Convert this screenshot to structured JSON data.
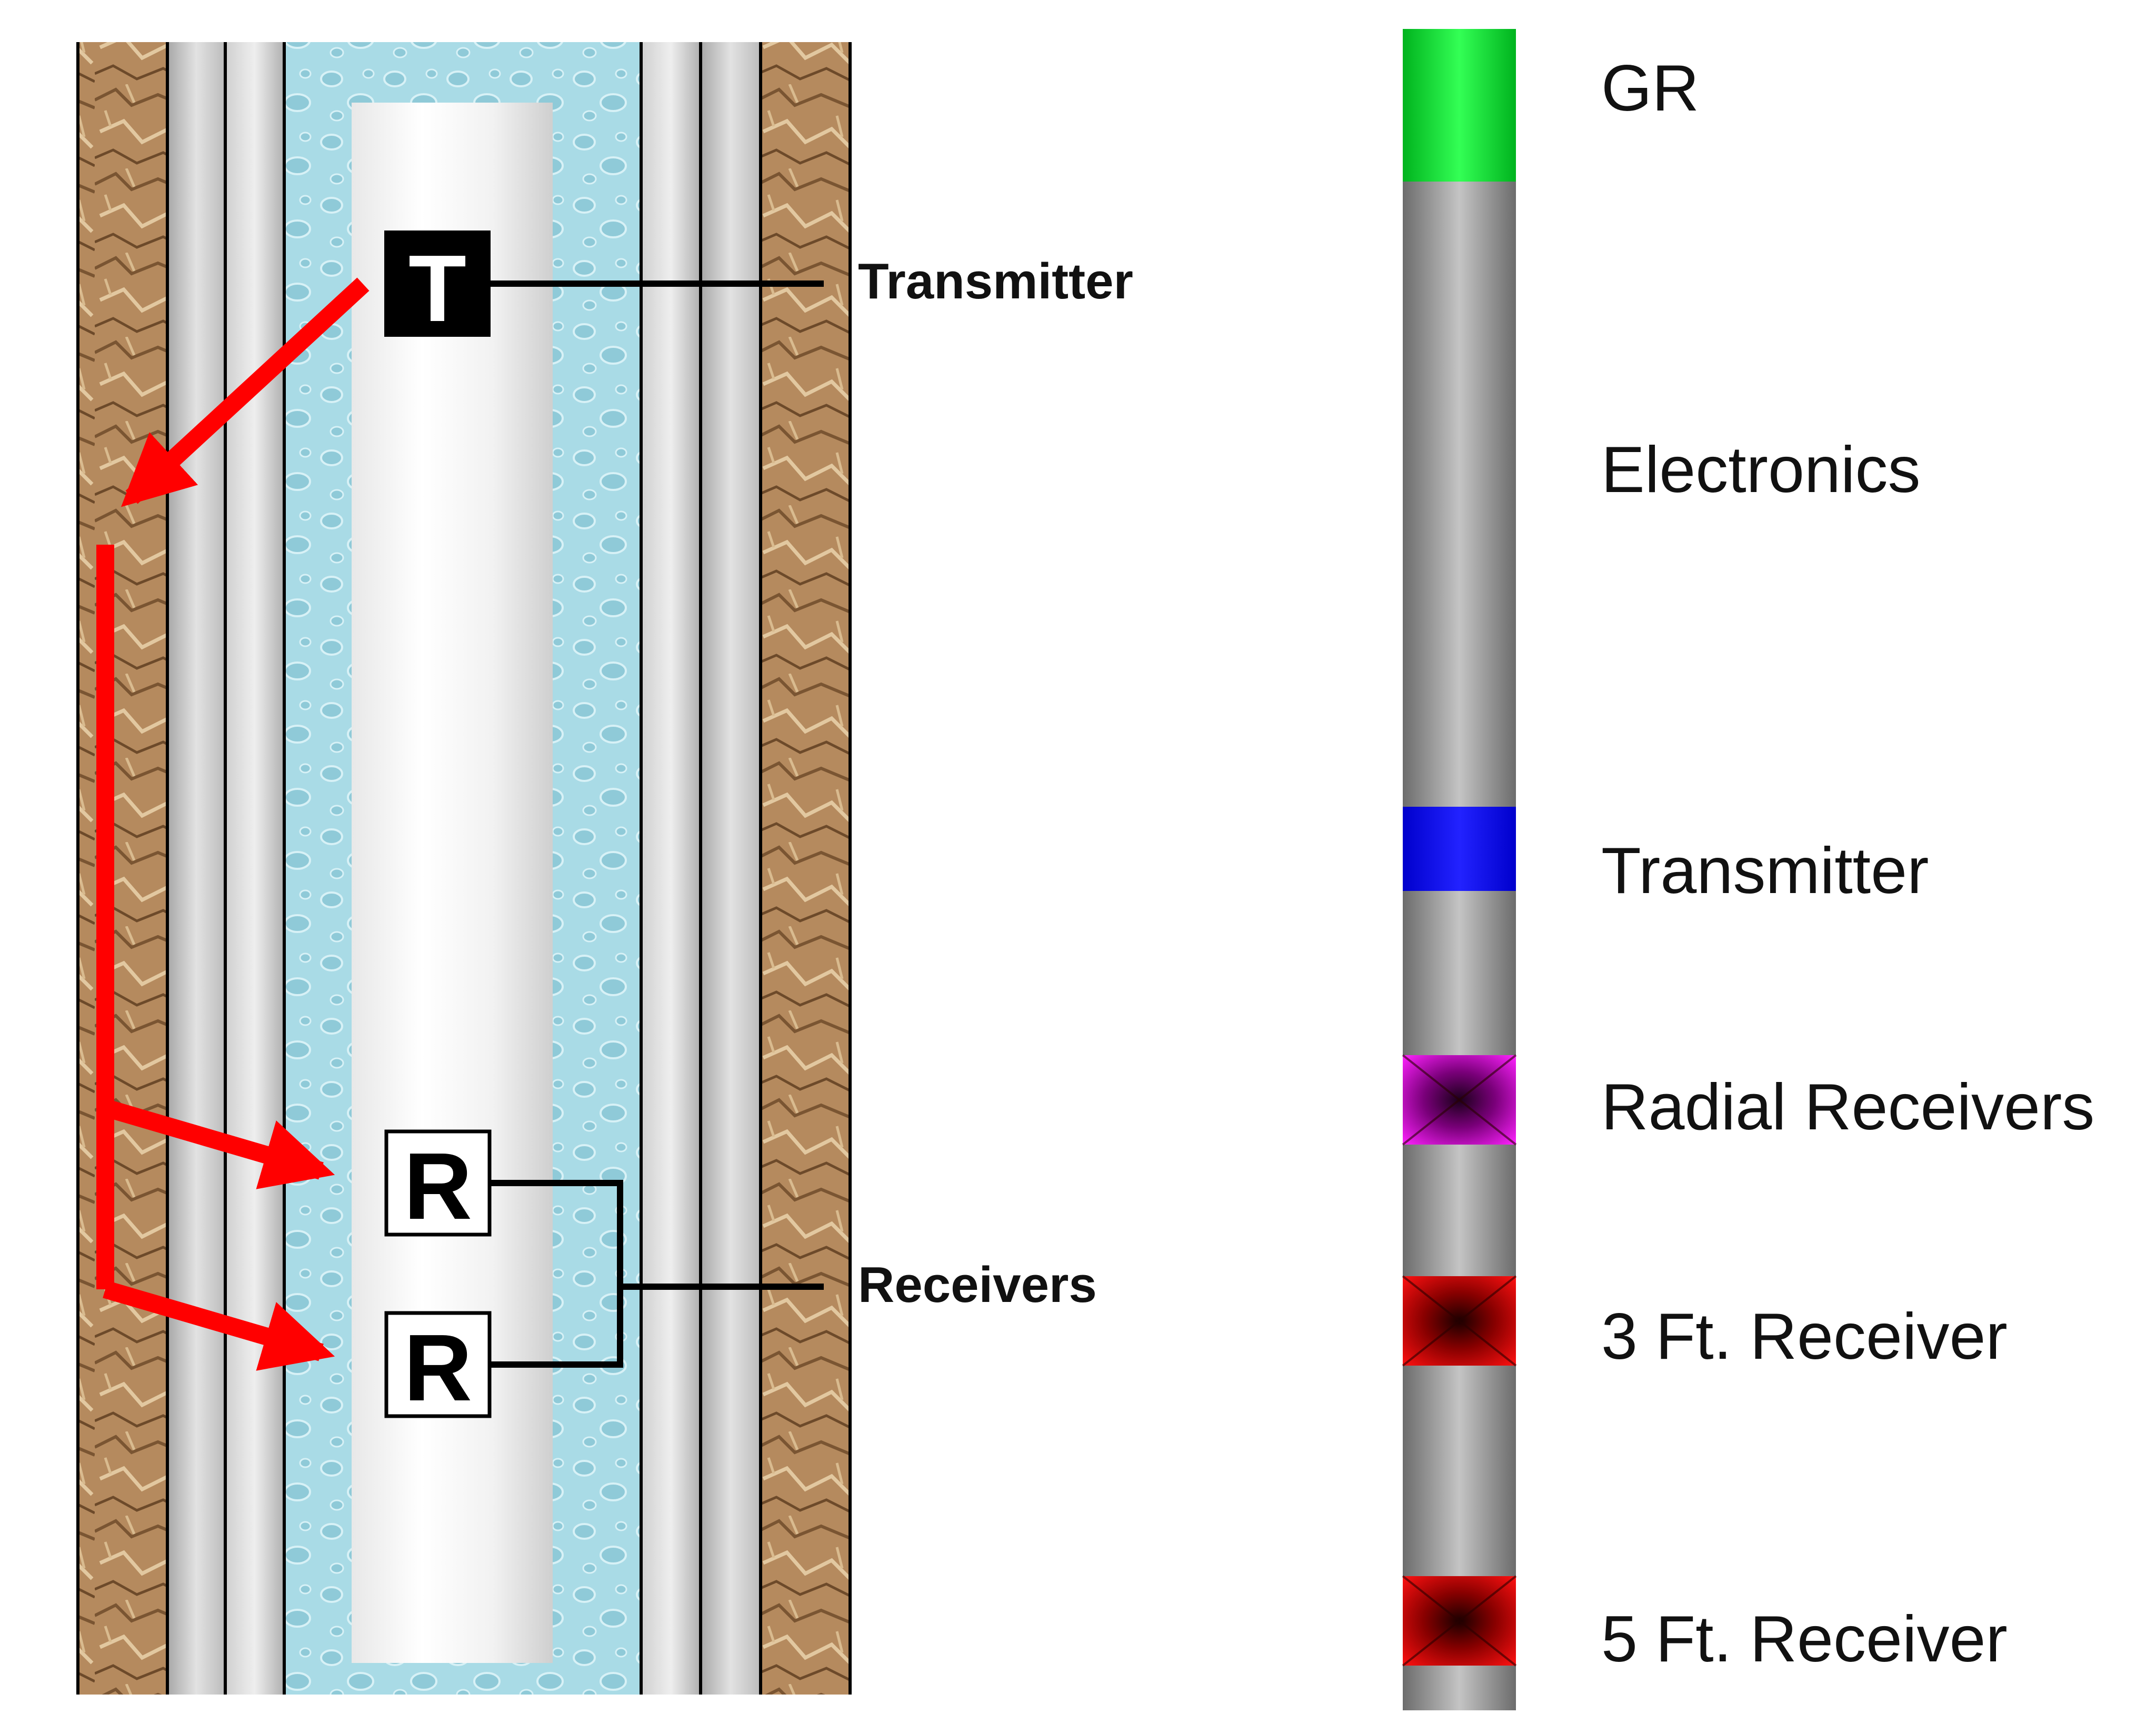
{
  "borehole": {
    "transmitter_letter": "T",
    "receiver_letter": "R",
    "transmitter_label": "Transmitter",
    "receivers_label": "Receivers"
  },
  "tool": {
    "segments": [
      {
        "label": "GR",
        "color": "#00dd22"
      },
      {
        "label": "Electronics",
        "color": "#808080"
      },
      {
        "label": "Transmitter",
        "color": "#0000ee"
      },
      {
        "label": "Radial Receivers",
        "color": "#cc00cc"
      },
      {
        "label": "3 Ft. Receiver",
        "color": "#dd0000"
      },
      {
        "label": "5 Ft. Receiver",
        "color": "#dd0000"
      }
    ]
  },
  "colors": {
    "formation": "#b58a5e",
    "casing": "#c8c8c8",
    "fluid": "#a9dbe6",
    "wave_path": "#ff0000"
  }
}
